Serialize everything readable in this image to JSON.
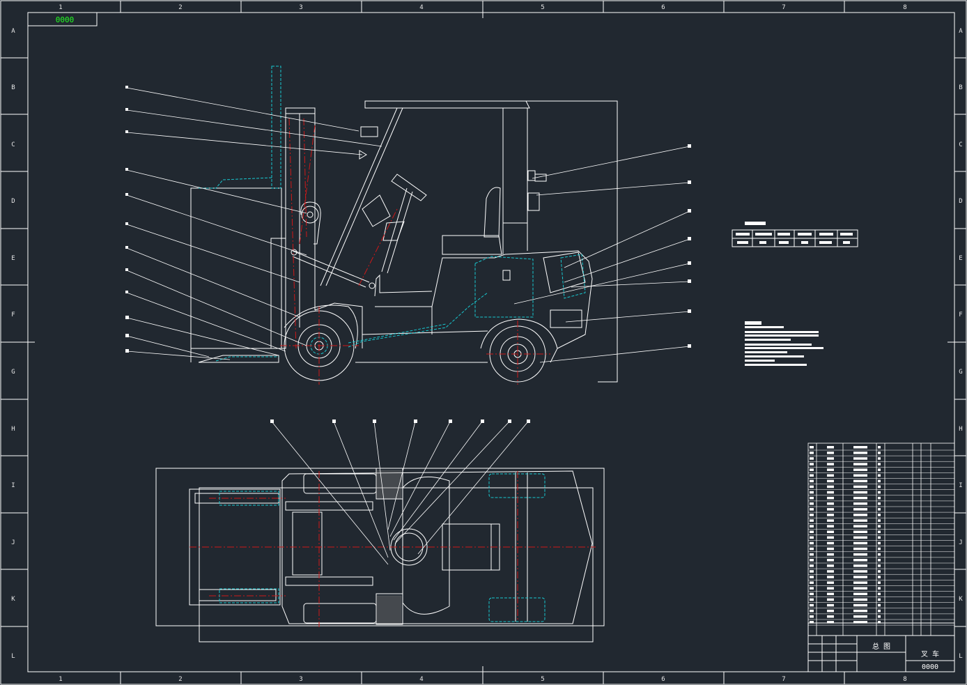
{
  "drawing": {
    "background_color": "#212830",
    "line_color": "#ffffff",
    "hidden_line_color": "#18c8d0",
    "centerline_color": "#d01818",
    "stamp_color": "#22ff22",
    "column_labels": [
      "1",
      "2",
      "3",
      "4",
      "5",
      "6",
      "7",
      "8"
    ],
    "row_labels": [
      "A",
      "B",
      "C",
      "D",
      "E",
      "F",
      "G",
      "H",
      "I",
      "J",
      "K",
      "L"
    ],
    "stamp_text": "0000",
    "title_block": {
      "title": "总 图",
      "sheet_label": "叉 车",
      "drawing_no": "0000"
    }
  }
}
